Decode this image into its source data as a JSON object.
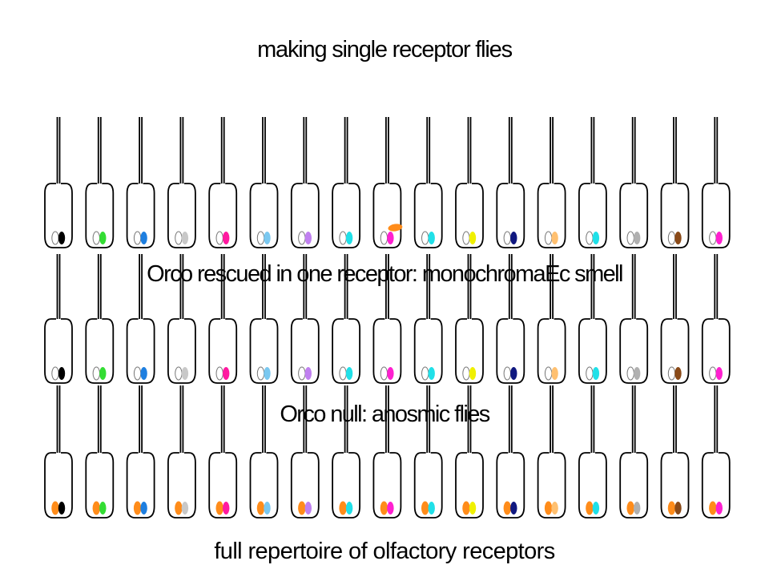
{
  "title": "making single receptor flies",
  "rows": [
    {
      "id": "rescued",
      "label": "Orco rescued in one receptor: monochromaEc smell",
      "neuron_count": 17,
      "orco_present": false,
      "orco_rescued_index": 8
    },
    {
      "id": "null",
      "label": "Orco null: anosmic flies",
      "neuron_count": 17,
      "orco_present": false
    },
    {
      "id": "full",
      "label": "full repertoire of olfactory receptors",
      "neuron_count": 17,
      "orco_present": true
    }
  ],
  "colors": {
    "orco": "#ff8c1a",
    "receptors": [
      "#000000",
      "#33dd33",
      "#1e7fe0",
      "#c8c8c8",
      "#ff1aa0",
      "#7ac8f0",
      "#c080f0",
      "#20e0e8",
      "#ff20d0",
      "#20e0e8",
      "#f0f000",
      "#101880",
      "#ffc070",
      "#20e0e8",
      "#b0b0b0",
      "#8a4a18",
      "#ff20d0"
    ]
  }
}
